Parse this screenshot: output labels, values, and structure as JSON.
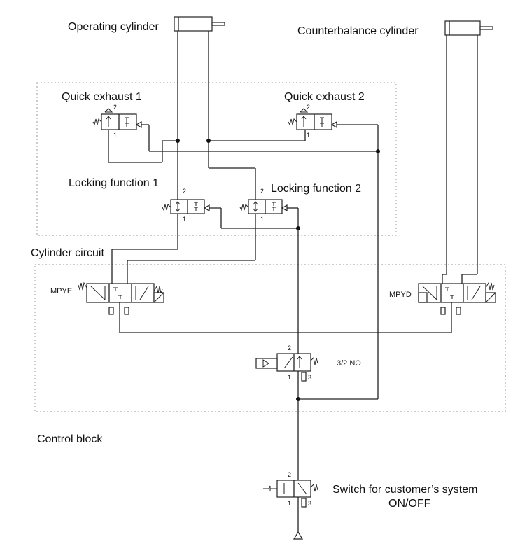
{
  "labels": {
    "operating_cylinder": "Operating cylinder",
    "counterbalance_cylinder": "Counterbalance cylinder",
    "quick_exhaust_1": "Quick exhaust 1",
    "quick_exhaust_2": "Quick exhaust 2",
    "locking_function_1": "Locking function 1",
    "locking_function_2": "Locking function 2",
    "cylinder_circuit": "Cylinder circuit",
    "control_block": "Control block",
    "switch_line1": "Switch for customer’s system",
    "switch_line2": "ON/OFF"
  },
  "valves": {
    "mpye": "MPYE",
    "mpyd": "MPYD",
    "valve_3_2_no": "3/2 NO"
  },
  "ports": {
    "p1": "1",
    "p2": "2",
    "p3": "3"
  }
}
